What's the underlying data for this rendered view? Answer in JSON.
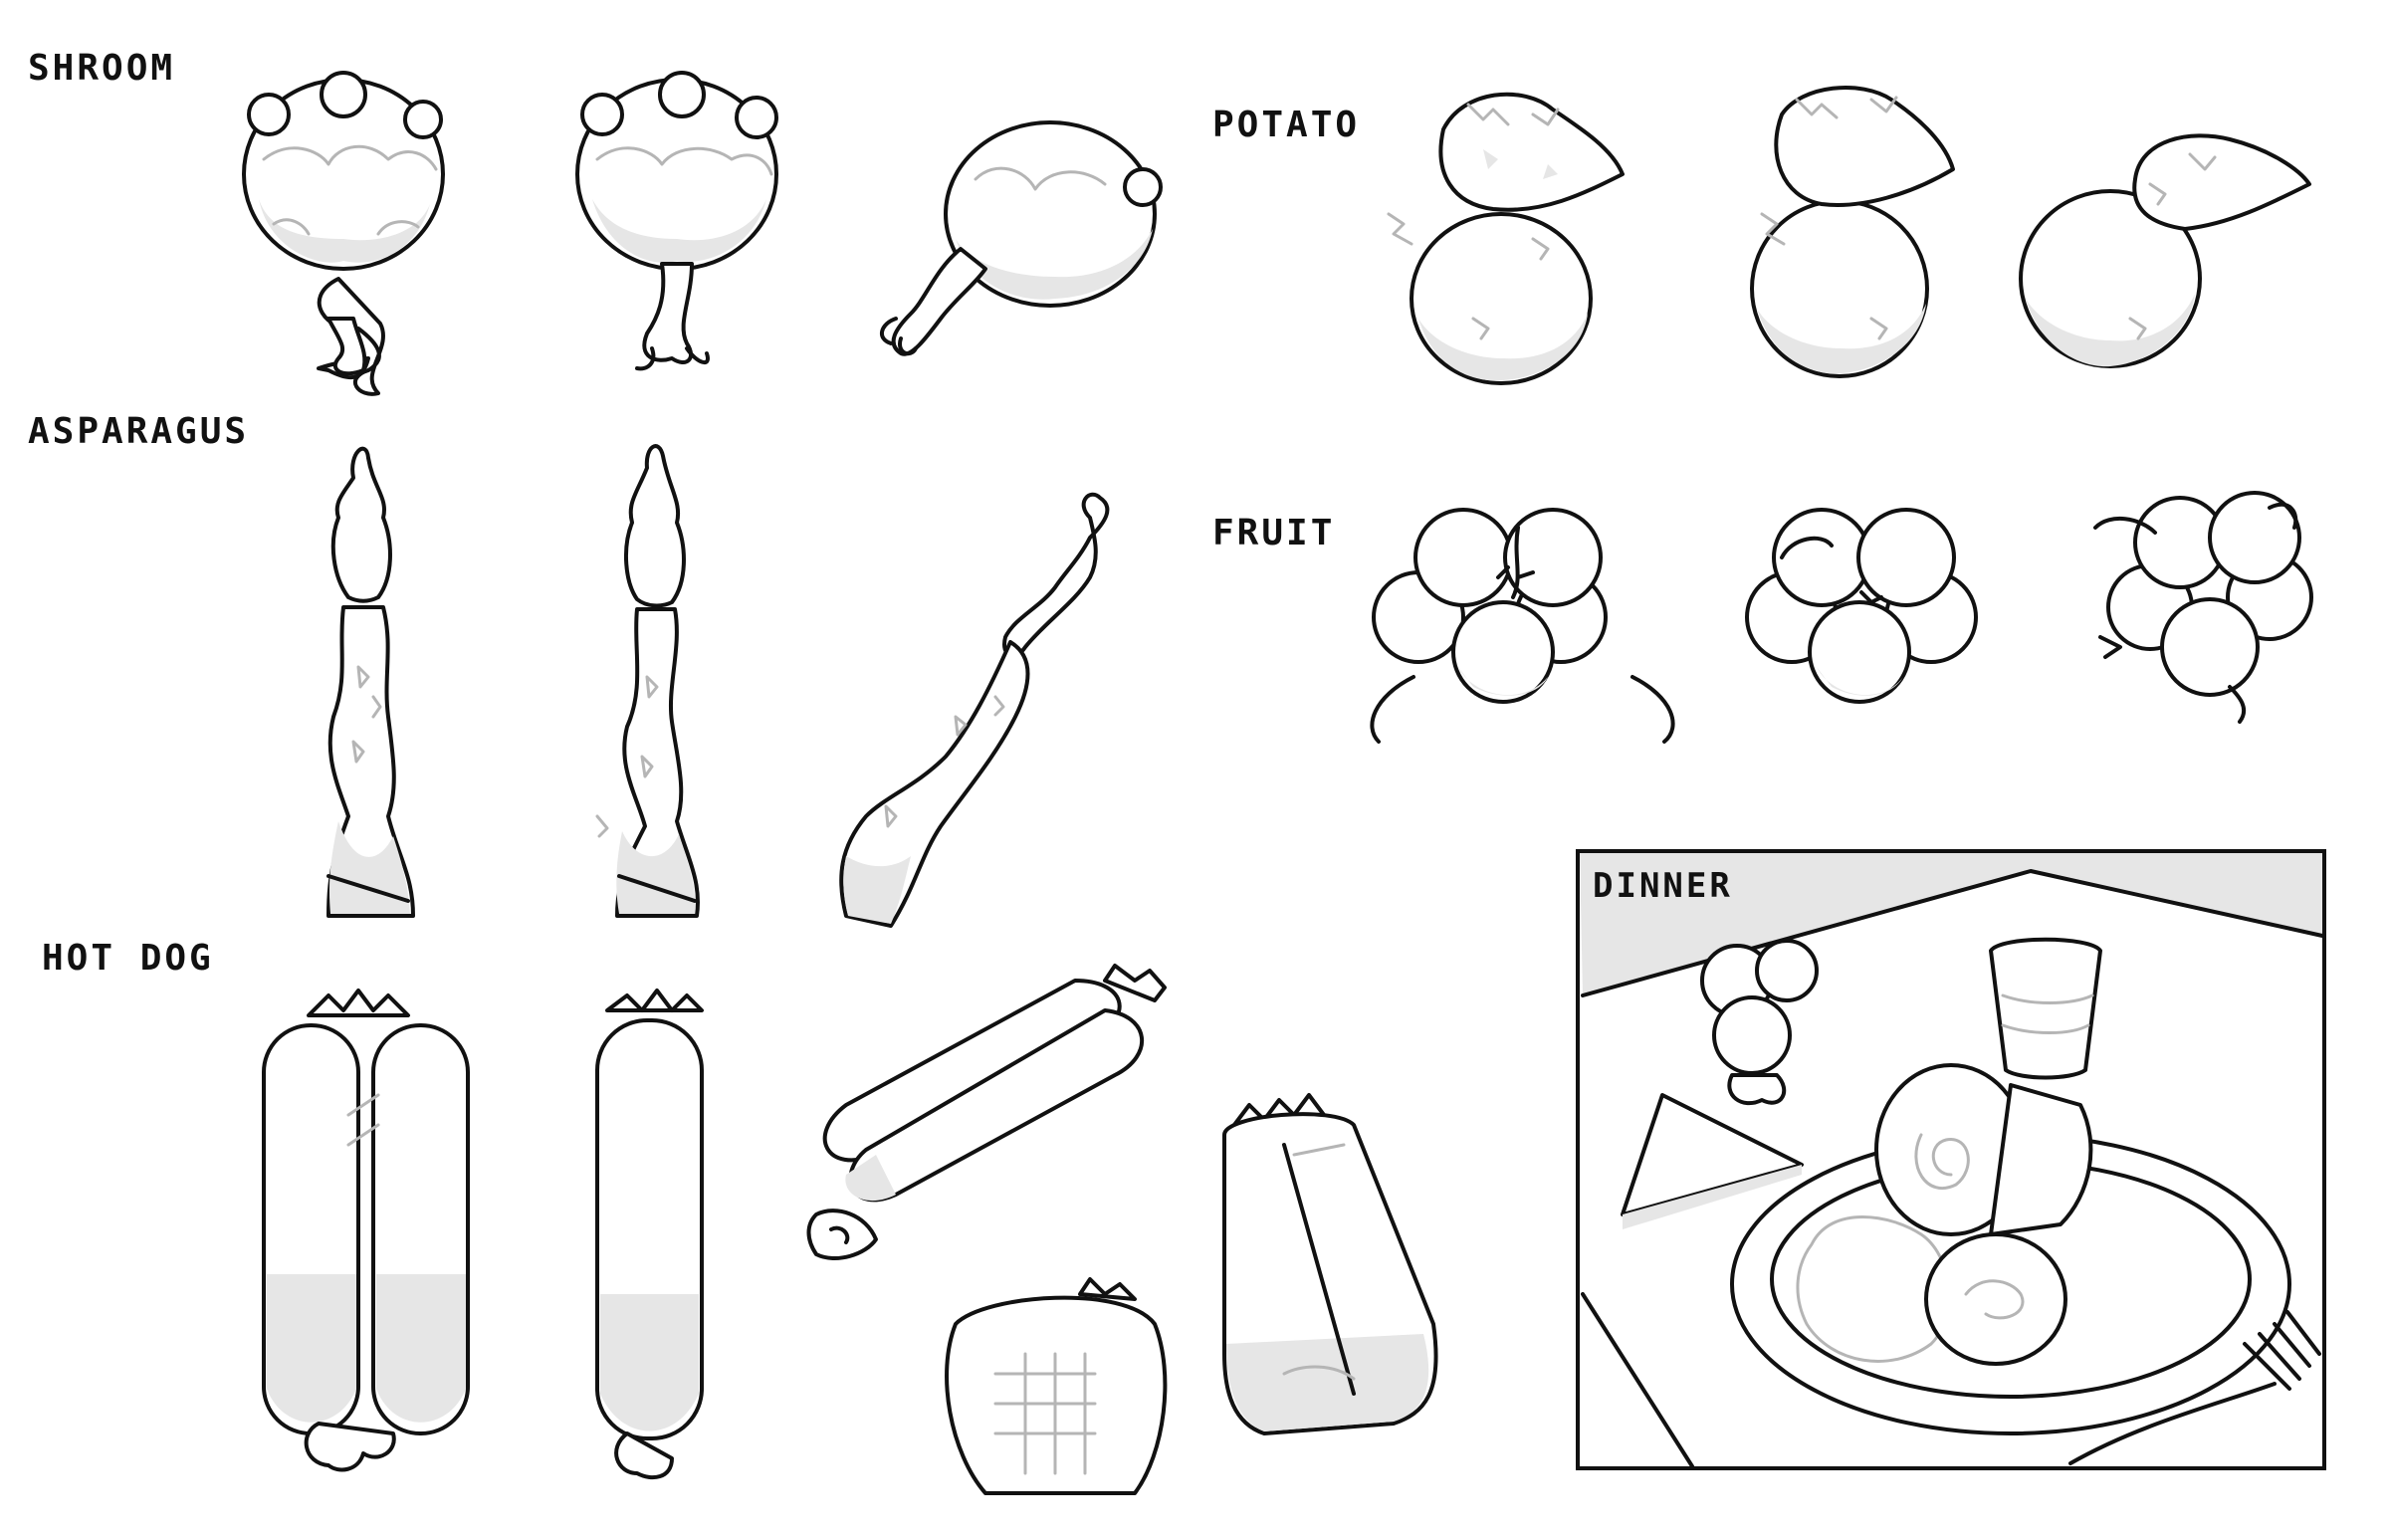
{
  "sheet": {
    "sections": {
      "shroom": "SHROOM",
      "potato": "POTATO",
      "asparagus": "ASPARAGUS",
      "fruit": "FRUIT",
      "hotdog": "HOT DOG",
      "dinner": "DINNER"
    }
  }
}
